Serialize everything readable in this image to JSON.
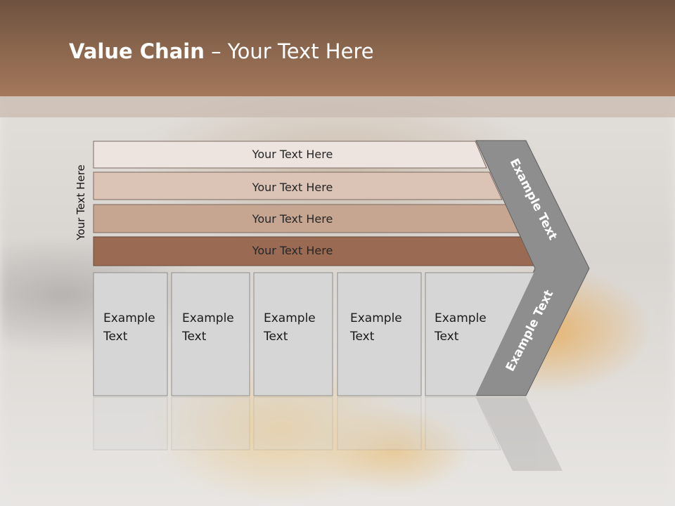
{
  "slide": {
    "title_bold": "Value Chain",
    "title_rest": " – Your Text Here",
    "side_label": "Your Text Here"
  },
  "rows": [
    {
      "label": "Your Text Here"
    },
    {
      "label": "Your Text Here"
    },
    {
      "label": "Your Text Here"
    },
    {
      "label": "Your Text Here"
    }
  ],
  "boxes": [
    {
      "line1": "Example",
      "line2": "Text"
    },
    {
      "line1": "Example",
      "line2": "Text"
    },
    {
      "line1": "Example",
      "line2": "Text"
    },
    {
      "line1": "Example",
      "line2": "Text"
    },
    {
      "line1": "Example",
      "line2": "Text"
    }
  ],
  "chevron": {
    "upper_label": "Example Text",
    "lower_label": "Example Text"
  },
  "colors": {
    "header": "#8a664e",
    "row1": "#ede3df",
    "row2": "#dbc3b6",
    "row3": "#c6a691",
    "row4": "#9a6b52",
    "box": "#d6d6d6",
    "chevron": "#8e8e8e"
  }
}
